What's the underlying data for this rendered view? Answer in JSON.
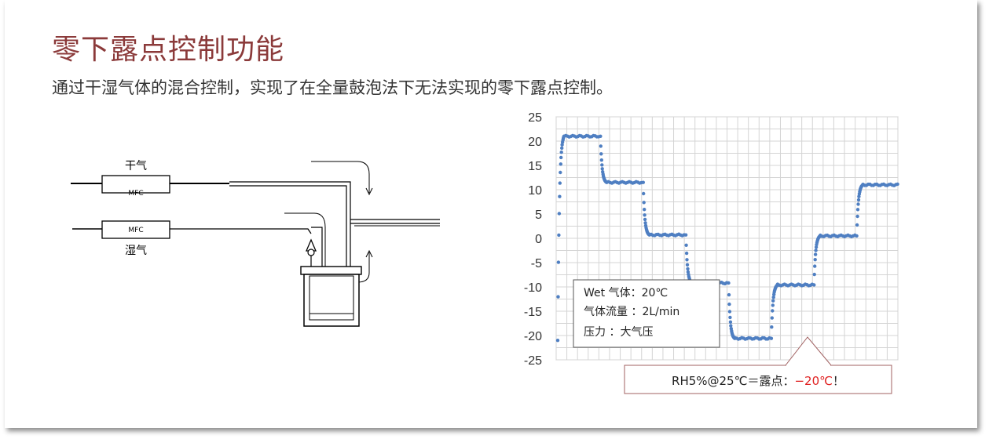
{
  "slide": {
    "title": "零下露点控制功能",
    "subtitle": "通过干湿气体的混合控制，实现了在全量鼓泡法下无法实现的零下露点控制。"
  },
  "diagram": {
    "dry_gas_label": "干气",
    "wet_gas_label": "湿气",
    "mfc_top_label": "MFC",
    "mfc_bottom_label": "MFC"
  },
  "chart_data": {
    "type": "scatter",
    "y_ticks": [
      "25",
      "20",
      "15",
      "10",
      "5",
      "0",
      "-5",
      "-10",
      "-15",
      "-20",
      "-25"
    ],
    "ylim": [
      -25,
      25
    ],
    "grid": true,
    "series_color": "#4f7fc2",
    "steps": [
      {
        "segment": 1,
        "value": 21
      },
      {
        "segment": 2,
        "value": 11.5
      },
      {
        "segment": 3,
        "value": 0.7
      },
      {
        "segment": 4,
        "value": -9.2
      },
      {
        "segment": 5,
        "value": -20.6
      },
      {
        "segment": 6,
        "value": -9.6
      },
      {
        "segment": 7,
        "value": 0.5
      },
      {
        "segment": 8,
        "value": 11
      }
    ]
  },
  "info_box": {
    "line1": "Wet 气体：20℃",
    "line2": "气体流量 ：2L/min",
    "line3": "压力 ：大气压"
  },
  "callout": {
    "prefix": "RH5%@25℃＝露点：",
    "value": "−20℃",
    "suffix": "！",
    "value_color": "#e02020"
  }
}
